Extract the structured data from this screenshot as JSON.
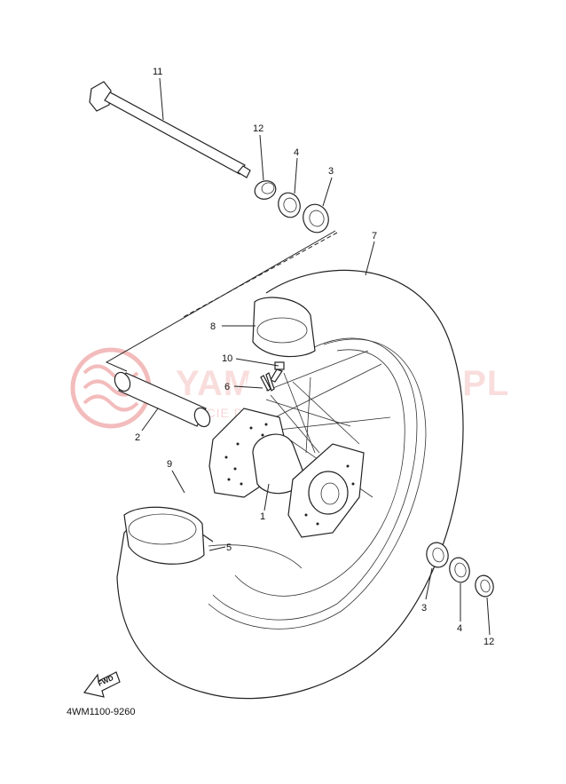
{
  "watermark": {
    "title": "YAMAHASKLEP.PL",
    "subtitle": "WEJCIE DO PLACU DEALER YAMAHA",
    "brand_color": "#e35a5a"
  },
  "diagram": {
    "code": "4WM1100-9260",
    "fwd_label": "FWD",
    "callouts": [
      {
        "id": "11",
        "label": "11"
      },
      {
        "id": "12a",
        "label": "12"
      },
      {
        "id": "4a",
        "label": "4"
      },
      {
        "id": "3a",
        "label": "3"
      },
      {
        "id": "7",
        "label": "7"
      },
      {
        "id": "8",
        "label": "8"
      },
      {
        "id": "10",
        "label": "10"
      },
      {
        "id": "6",
        "label": "6"
      },
      {
        "id": "2",
        "label": "2"
      },
      {
        "id": "9",
        "label": "9"
      },
      {
        "id": "1",
        "label": "1"
      },
      {
        "id": "5",
        "label": "5"
      },
      {
        "id": "3b",
        "label": "3"
      },
      {
        "id": "4b",
        "label": "4"
      },
      {
        "id": "12b",
        "label": "12"
      }
    ]
  }
}
